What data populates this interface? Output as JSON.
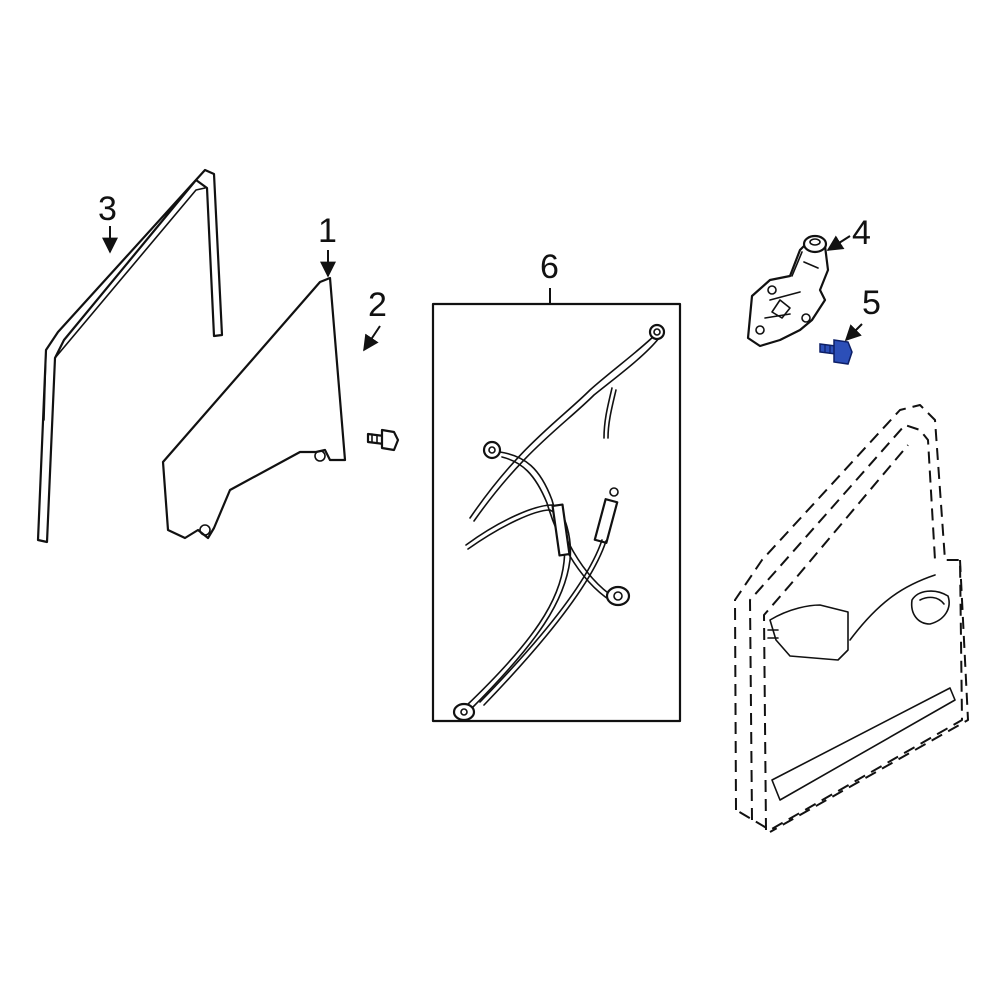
{
  "callouts": {
    "c1": "1",
    "c2": "2",
    "c3": "3",
    "c4": "4",
    "c5": "5",
    "c6": "6"
  },
  "colors": {
    "highlight": "#2c4fb8",
    "line": "#111111"
  }
}
